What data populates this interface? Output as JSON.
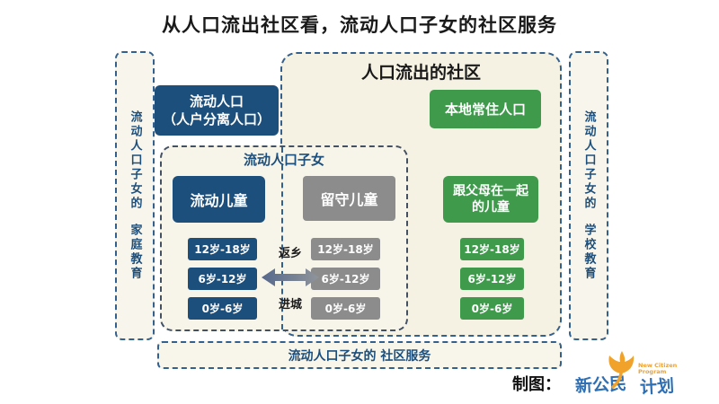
{
  "title": "从人口流出社区看，流动人口子女的社区服务",
  "colors": {
    "navy": "#1D4F7C",
    "green": "#3F9A4C",
    "gray": "#8C8C8C",
    "beige_fill": "#F5F1E3",
    "dash_navy": "#33608D",
    "dash_dark": "#445163",
    "logo_blue": "#2F6FB3",
    "logo_orange": "#F0A22B"
  },
  "left_panel": {
    "line1": "流动人口子女的",
    "line2": "家庭教育"
  },
  "right_panel": {
    "line1": "流动人口子女的",
    "line2": "学校教育"
  },
  "community": {
    "title": "人口流出的社区"
  },
  "migrant_population": {
    "line1": "流动人口",
    "line2": "（人户分离人口）"
  },
  "local_population": {
    "label": "本地常住人口"
  },
  "children_group": {
    "title": "流动人口子女"
  },
  "columns": [
    {
      "id": "migrant-children",
      "label": "流动儿童",
      "ages": [
        "12岁-18岁",
        "6岁-12岁",
        "0岁-6岁"
      ]
    },
    {
      "id": "leftbehind-children",
      "label": "留守儿童",
      "ages": [
        "12岁-18岁",
        "6岁-12岁",
        "0岁-6岁"
      ]
    },
    {
      "id": "with-parents-children",
      "label_line1": "跟父母在一起",
      "label_line2": "的儿童",
      "ages": [
        "12岁-18岁",
        "6岁-12岁",
        "0岁-6岁"
      ]
    }
  ],
  "flow": {
    "up_label": "返乡",
    "down_label": "进城"
  },
  "bottom_box": {
    "label": "流动人口子女的 社区服务"
  },
  "credit": {
    "label": "制图：",
    "logo_cn_left": "新公民",
    "logo_cn_right": "计划",
    "logo_en_line1": "New Citizen",
    "logo_en_line2": "Program"
  }
}
